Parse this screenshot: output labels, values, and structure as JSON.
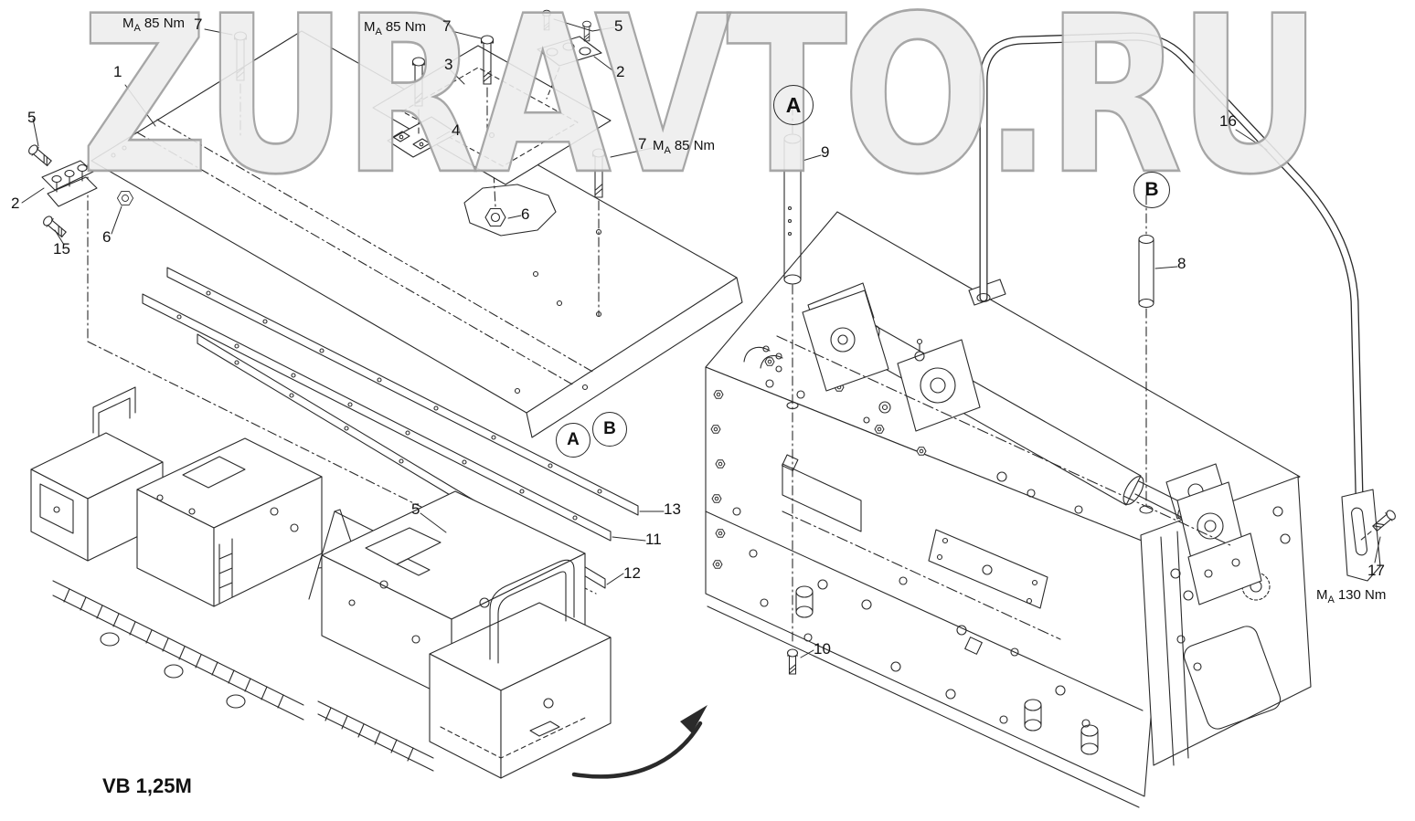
{
  "watermark": {
    "text": "ZURAVTO.RU"
  },
  "diagram": {
    "model_label": "VB 1,25M",
    "torque_labels": [
      {
        "main": "M",
        "sub": "A",
        "value": "85 Nm"
      },
      {
        "main": "M",
        "sub": "A",
        "value": "85 Nm"
      },
      {
        "main": "M",
        "sub": "A",
        "value": "85 Nm"
      },
      {
        "main": "M",
        "sub": "A",
        "value": "130 Nm"
      }
    ],
    "callouts": [
      {
        "label": "1"
      },
      {
        "label": "5"
      },
      {
        "label": "2"
      },
      {
        "label": "15"
      },
      {
        "label": "6"
      },
      {
        "label": "7"
      },
      {
        "label": "7"
      },
      {
        "label": "3"
      },
      {
        "label": "4"
      },
      {
        "label": "5"
      },
      {
        "label": "2"
      },
      {
        "label": "7"
      },
      {
        "label": "6"
      },
      {
        "label": "13"
      },
      {
        "label": "11"
      },
      {
        "label": "12"
      },
      {
        "label": "5"
      },
      {
        "label": "9"
      },
      {
        "label": "10"
      },
      {
        "label": "8"
      },
      {
        "label": "16"
      },
      {
        "label": "17"
      }
    ],
    "section_markers": [
      {
        "letter": "A"
      },
      {
        "letter": "B"
      },
      {
        "letter": "A"
      },
      {
        "letter": "B"
      }
    ]
  }
}
